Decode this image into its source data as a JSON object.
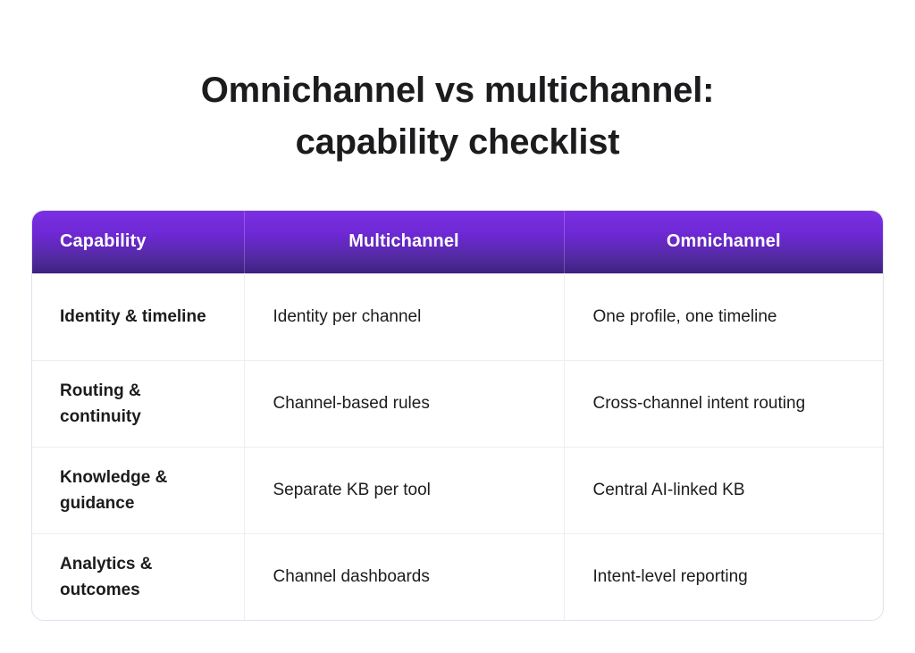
{
  "title": {
    "line1": "Omnichannel vs multichannel:",
    "line2": "capability checklist"
  },
  "theme": {
    "header_gradient_start": "#7c2fe3",
    "header_gradient_end": "#3e2180",
    "header_text_color": "#ffffff",
    "body_text_color": "#1c1c1e",
    "card_border_color": "#dbe3ee",
    "row_divider_color": "#edeef1",
    "page_background": "#ffffff"
  },
  "table": {
    "columns": [
      {
        "label": "Capability"
      },
      {
        "label": "Multichannel"
      },
      {
        "label": "Omnichannel"
      }
    ],
    "rows": [
      {
        "capability": "Identity & timeline",
        "multichannel": "Identity per channel",
        "omnichannel": "One profile, one timeline"
      },
      {
        "capability": "Routing & continuity",
        "multichannel": "Channel-based rules",
        "omnichannel": "Cross-channel intent routing"
      },
      {
        "capability": "Knowledge & guidance",
        "multichannel": "Separate KB per tool",
        "omnichannel": "Central AI-linked KB"
      },
      {
        "capability": "Analytics & outcomes",
        "multichannel": "Channel dashboards",
        "omnichannel": "Intent-level reporting"
      }
    ]
  }
}
